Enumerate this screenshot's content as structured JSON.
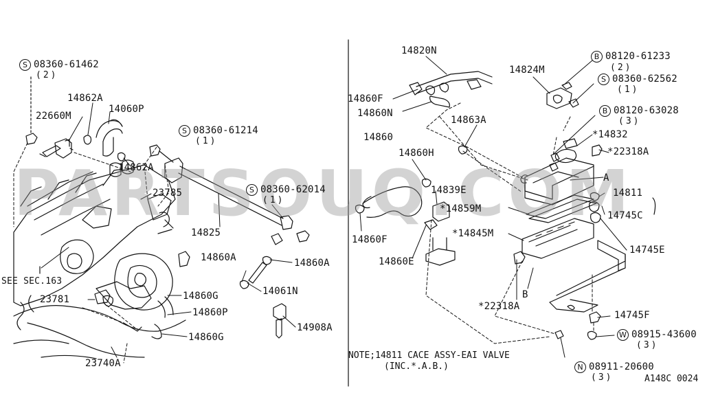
{
  "diagram_code": "A148C 0024",
  "watermark": "PARTSOUQ.COM",
  "see_sec": "SEE SEC.163",
  "note": {
    "line1": "NOTE;14811  CACE ASSY-EAI VALVE",
    "line2": "(INC.*.A.B.)"
  },
  "callouts": {
    "c1": {
      "symbol": "S",
      "part": "08360-61462",
      "qty": "(2)"
    },
    "c2": {
      "symbol": "S",
      "part": "08360-61214",
      "qty": "(1)"
    },
    "c3": {
      "symbol": "S",
      "part": "08360-62014",
      "qty": "(1)"
    },
    "c4": {
      "symbol": "B",
      "part": "08120-61233",
      "qty": "(2)"
    },
    "c5": {
      "symbol": "S",
      "part": "08360-62562",
      "qty": "(1)"
    },
    "c6": {
      "symbol": "B",
      "part": "08120-63028",
      "qty": "(3)"
    },
    "c7": {
      "symbol": "W",
      "part": "08915-43600",
      "qty": "(3)"
    },
    "c8": {
      "symbol": "N",
      "part": "08911-20600",
      "qty": "(3)"
    }
  },
  "parts": {
    "p14862A_top": "14862A",
    "p22660M": "22660M",
    "p14060P": "14060P",
    "p14862A_bot": "14862A",
    "p23785": "23785",
    "p14825": "14825",
    "p14860A_1": "14860A",
    "p14860A_2": "14860A",
    "p14061N": "14061N",
    "p23781": "23781",
    "p14860G_1": "14860G",
    "p14860P": "14860P",
    "p14860G_2": "14860G",
    "p14908A": "14908A",
    "p23740A": "23740A",
    "p14820N": "14820N",
    "p14824M": "14824M",
    "p14860F_1": "14860F",
    "p14860N": "14860N",
    "p14863A": "14863A",
    "p14860": "14860",
    "p14860H": "14860H",
    "p14839E": "14839E",
    "p14832": "*14832",
    "p22318A_1": "*22318A",
    "pA": "A",
    "p14811": "14811",
    "p14859M": "*14859M",
    "p14745C": "14745C",
    "p14845M": "*14845M",
    "p14860F_2": "14860F",
    "p14860E": "14860E",
    "p14745E": "14745E",
    "pB": "B",
    "p22318A_2": "*22318A",
    "p14745F": "14745F"
  }
}
